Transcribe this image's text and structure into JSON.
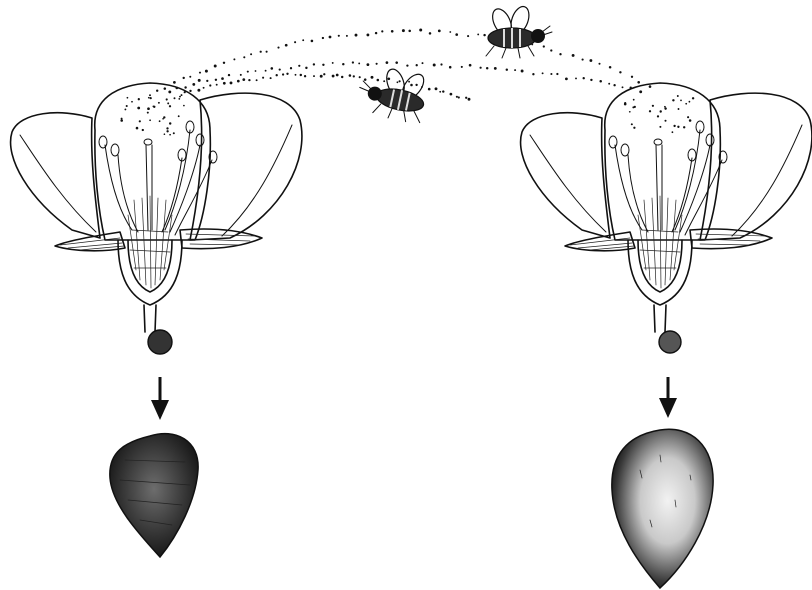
{
  "figure": {
    "description_items": [
      "flower-left",
      "flower-right",
      "bee-upper",
      "bee-lower",
      "seed-left",
      "seed-right"
    ]
  },
  "colors": {
    "ink": "#111111",
    "paper": "#ffffff",
    "seed_dark": "#2a2a2a",
    "seed_light": "#d8d8d8"
  },
  "icons": {
    "arrow": "down-arrow-icon",
    "bee": "bee-icon"
  }
}
